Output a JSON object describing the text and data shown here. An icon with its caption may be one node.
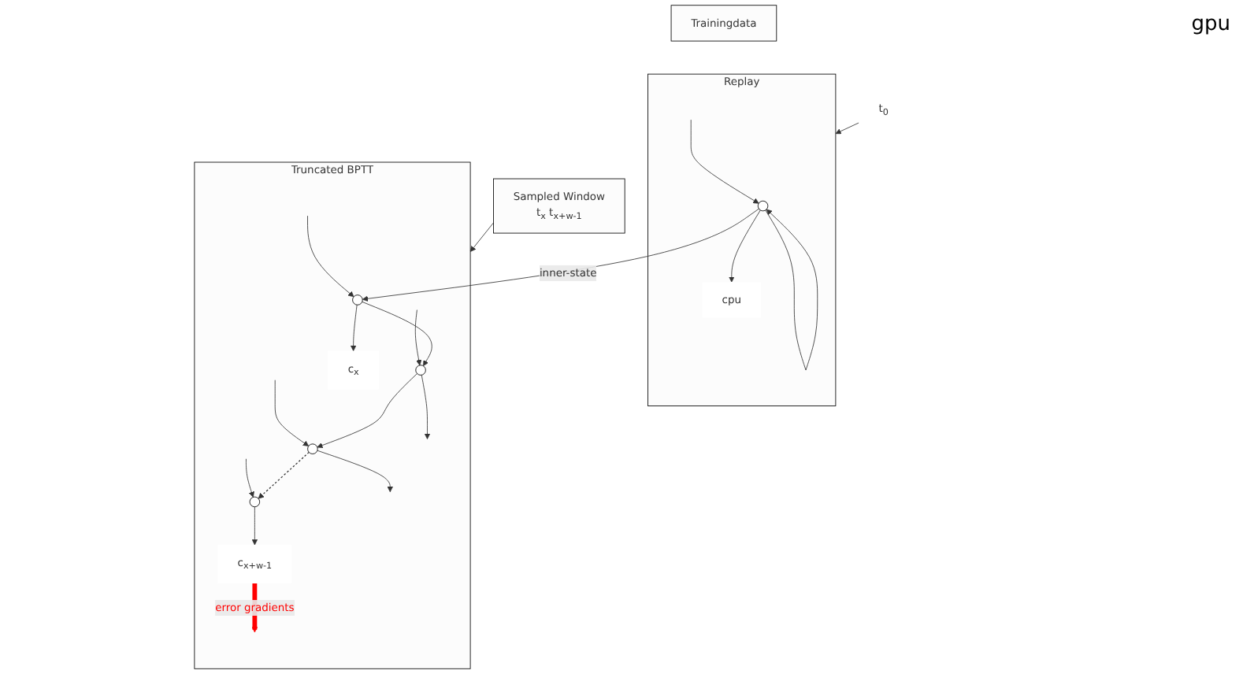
{
  "diagram": {
    "nodes": [
      {
        "text": [
          "Trainingdata"
        ]
      },
      {
        "text": [
          "Sampled Window",
          "t$_{x}$ t$_{x+w-1}$"
        ]
      },
      {
        "text": [
          "t$_{0}$"
        ]
      },
      {
        "text": [
          "Replay"
        ]
      },
      {
        "text": [],
        "shape": "circle",
        "in": 3
      },
      {
        "text": [
          "cpu"
        ],
        "in": 3
      },
      {
        "text": [
          "Truncated BPTT"
        ]
      },
      {
        "text": [],
        "shape": "circle",
        "in": 6
      },
      {
        "text": [],
        "shape": "circle",
        "in": 6
      },
      {
        "text": [],
        "shape": "circle",
        "in": 6
      },
      {
        "text": [],
        "shape": "circle",
        "in": 6
      },
      {
        "text": [
          "c$_{x}$"
        ],
        "in": 6
      },
      {
        "text": [
          "c$_{x+w-1}$"
        ],
        "in": 6
      }
    ],
    "edges": [
      {
        "from": 2,
        "to": 3,
        "arrow": "to"
      },
      {
        "from": 1,
        "to": 6,
        "arrow": "to"
      },
      {
        "from": 4,
        "to": 4,
        "arrow": "to"
      },
      {
        "from": null,
        "to": 4,
        "arrow": "to"
      },
      {
        "from": 4,
        "to": 5,
        "arrow": "to"
      },
      {
        "from": 4,
        "to": 7,
        "arrow": "to",
        "label": "inner-state"
      },
      {
        "from": null,
        "to": 7,
        "arrow": "to"
      },
      {
        "from": null,
        "to": 8,
        "arrow": "to"
      },
      {
        "from": null,
        "to": 9,
        "arrow": "to"
      },
      {
        "from": null,
        "to": 10,
        "arrow": "to"
      },
      {
        "from": 7,
        "to": 8,
        "arrow": "to"
      },
      {
        "from": 8,
        "to": 9,
        "arrow": "to"
      },
      {
        "from": 9,
        "to": 10,
        "arrow": "to",
        "style": "dashed"
      },
      {
        "from": 7,
        "to": 11,
        "arrow": "to"
      },
      {
        "from": 8,
        "to": null,
        "arrow": "to"
      },
      {
        "from": 9,
        "to": null,
        "arrow": "to"
      },
      {
        "from": 10,
        "to": 12,
        "arrow": "to"
      },
      {
        "from": 12,
        "to": null,
        "arrow": "to",
        "label": "error gradients",
        "style": "thick",
        "color": "#ff0000"
      }
    ],
    "labels": [
      "gpu"
    ]
  }
}
